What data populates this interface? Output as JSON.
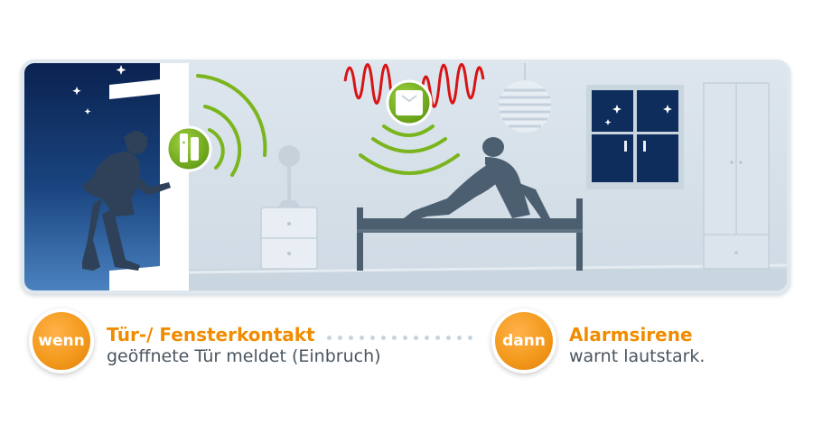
{
  "steps": {
    "if": {
      "badge": "wenn",
      "title": "Tür-/ Fensterkontakt",
      "description": "geöffnete Tür meldet (Einbruch)"
    },
    "then": {
      "badge": "dann",
      "title": "Alarmsirene",
      "description": "warnt lautstark."
    }
  },
  "colors": {
    "accent_orange": "#f39a1d",
    "sensor_green": "#7ab51d",
    "siren_red": "#e01818",
    "night_blue": "#0e2c5c",
    "room_gray": "#d6e0e9",
    "silhouette": "#4c5f70"
  },
  "icons": [
    "moon-icon",
    "star-icon",
    "door-sensor-icon",
    "siren-icon",
    "signal-waves-icon"
  ]
}
